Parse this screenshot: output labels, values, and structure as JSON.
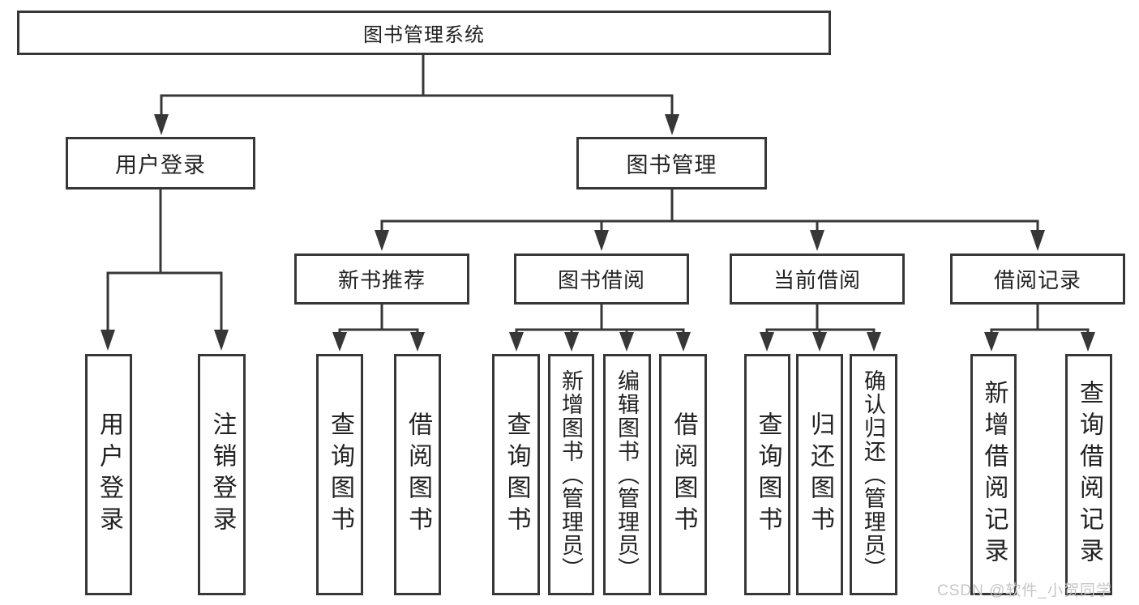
{
  "diagram": {
    "title": "图书管理系统",
    "nodes": {
      "root": "图书管理系统",
      "user_login": "用户登录",
      "book_mgmt": "图书管理",
      "new_book_rec": "新书推荐",
      "book_borrow": "图书借阅",
      "current_borrow": "当前借阅",
      "borrow_records": "借阅记录",
      "leaf_user_login": "用户登录",
      "leaf_logout": "注销登录",
      "leaf_query_books_a": "查询图书",
      "leaf_borrow_books_a": "借阅图书",
      "leaf_query_books_b": "查询图书",
      "leaf_add_book_admin": "新增图书（管理员）",
      "leaf_edit_book_admin": "编辑图书（管理员）",
      "leaf_borrow_books_b": "借阅图书",
      "leaf_query_books_c": "查询图书",
      "leaf_return_books": "归还图书",
      "leaf_confirm_return_admin": "确认归还（管理员）",
      "leaf_add_borrow_record": "新增借阅记录",
      "leaf_query_borrow_record": "查询借阅记录"
    }
  },
  "watermark": "CSDN @软件_小贺同学",
  "colors": {
    "line": "#373737",
    "box_border": "#373737",
    "text": "#222222",
    "watermark": "#c6c6c6",
    "background": "#ffffff"
  }
}
